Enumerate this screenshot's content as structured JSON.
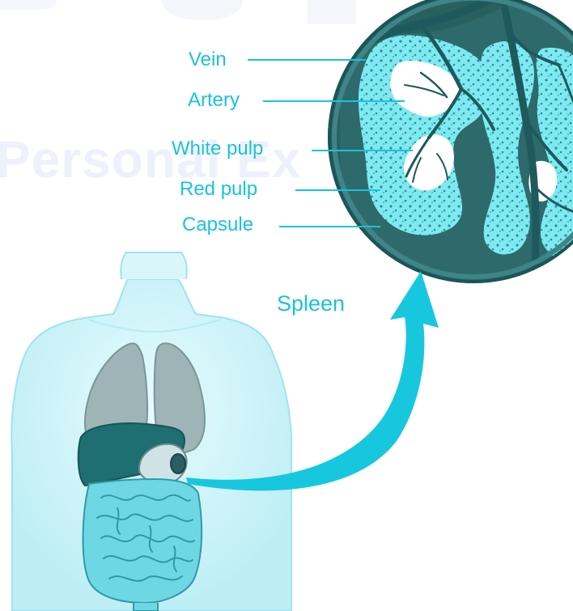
{
  "watermark": {
    "text": "Personal Ex"
  },
  "labels": {
    "vein": "Vein",
    "artery": "Artery",
    "white_pulp": "White pulp",
    "red_pulp": "Red pulp",
    "capsule": "Capsule",
    "spleen": "Spleen"
  },
  "colors": {
    "label": "#19c3d9",
    "pulp": "#7fe9f2",
    "capsule": "#2f6f73",
    "arrow": "#17c7de",
    "body_outline": "#9fe3ee",
    "lungs": "#9fb4b7",
    "liver": "#1f6e72",
    "intestines": "#6fd7e3"
  }
}
